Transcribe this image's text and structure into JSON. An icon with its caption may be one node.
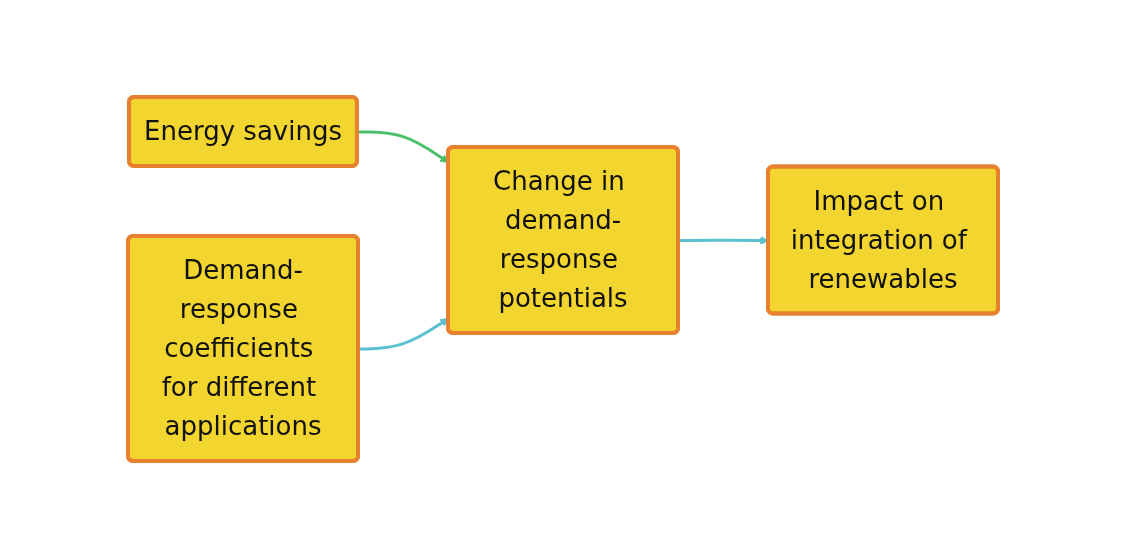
{
  "diagram": {
    "nodes": [
      {
        "text": [
          "Energy savings"
        ]
      },
      {
        "text": [
          "Change in demand-response potentials"
        ]
      },
      {
        "text": [
          "Impact on integration of renewables"
        ]
      },
      {
        "text": [
          "Demand-response coefficients for different applications"
        ]
      }
    ],
    "edges": [
      {
        "from": 0,
        "to": 1,
        "arrow": "to",
        "color": "#4cbf6b"
      },
      {
        "from": 1,
        "to": 2,
        "arrow": "to"
      },
      {
        "from": 3,
        "to": 1,
        "arrow": "to"
      }
    ]
  }
}
